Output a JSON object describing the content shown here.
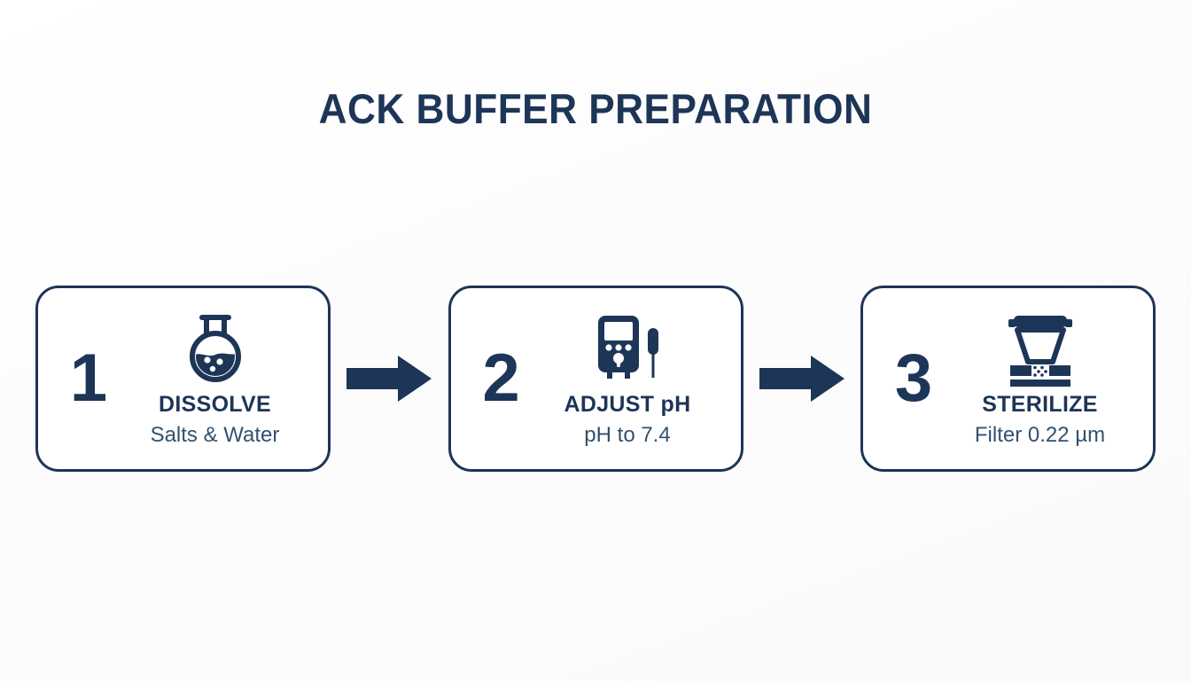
{
  "title": "ACK BUFFER PREPARATION",
  "theme": {
    "navy": "#1d3557",
    "sub_text": "#32516f",
    "card_bg": "#ffffff",
    "background": "#fdfdfd"
  },
  "steps": [
    {
      "number": "1",
      "title": "DISSOLVE",
      "subtitle": "Salts & Water",
      "icon": "flask-icon"
    },
    {
      "number": "2",
      "title": "ADJUST pH",
      "subtitle": "pH to 7.4",
      "icon": "ph-meter-icon"
    },
    {
      "number": "3",
      "title": "STERILIZE",
      "subtitle": "Filter 0.22 µm",
      "icon": "filter-funnel-icon"
    }
  ],
  "connectors": [
    {
      "icon": "arrow-right-icon"
    },
    {
      "icon": "arrow-right-icon"
    }
  ]
}
